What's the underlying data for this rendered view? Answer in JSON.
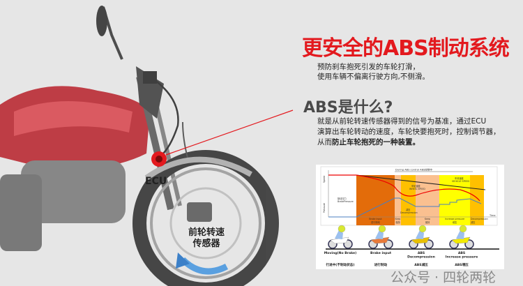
{
  "title": "更安全的ABS制动系统",
  "subtitle": [
    "预防刹车抱死引发的车轮打滑，",
    "使用车辆不偏离行驶方向,不侧滑。"
  ],
  "heading": "ABS是什么?",
  "paragraph": {
    "line1": "就是从前轮转速传感器得到的信号为基准，通过ECU",
    "line2": "演算出车轮转动的速度，车轮快要抱死时，控制调节器，",
    "line3_plain": "从而",
    "line3_bold": "防止车轮抱死的一种装置。"
  },
  "bike_labels": {
    "ecu": "ECU",
    "sensor_line1": "前轮转速",
    "sensor_line2": "传感器"
  },
  "chart": {
    "top_label": "During ABS control    ABS控制中",
    "speed_axis": "Speed",
    "pressure_axis": "Pressure",
    "time_axis": "Time",
    "vehicle_speed": [
      "车体速度",
      "VEHICLE SPEED"
    ],
    "wheel_speed": [
      "车轮速度",
      "WHEEL SPEED"
    ],
    "brake_pressure": [
      "制动压力",
      "BrakePressure"
    ],
    "decompression_mid": [
      "减压",
      "Decompression"
    ],
    "phases": [
      {
        "en": "Brake input",
        "zh": "进行制动",
        "color": "#e36c0a"
      },
      {
        "en": "Keep",
        "zh": "保持",
        "color": "#fac090"
      },
      {
        "en": "",
        "zh": "",
        "color": "#ffc000"
      },
      {
        "en": "Keep",
        "zh": "保持",
        "color": "#fac090"
      },
      {
        "en": "Increase pressure",
        "zh": "增压",
        "color": "#ffff00"
      },
      {
        "en": "Decompression",
        "zh": "减压",
        "color": "#ffc000"
      }
    ],
    "riders": [
      {
        "en": "Moving(No Brake)",
        "zh": "行进中(不制动状态)",
        "bike": "#ffffff"
      },
      {
        "en": "Brake input",
        "zh": "进行制动",
        "bike": "#e87a3a"
      },
      {
        "en": "ABS Decompression",
        "zh": "ABS减压",
        "bike": "#e8c000"
      },
      {
        "en": "ABS Increase pressure",
        "zh": "ABS增压",
        "bike": "#f2ea00"
      }
    ]
  },
  "watermark": "公众号 · 四轮两轮"
}
